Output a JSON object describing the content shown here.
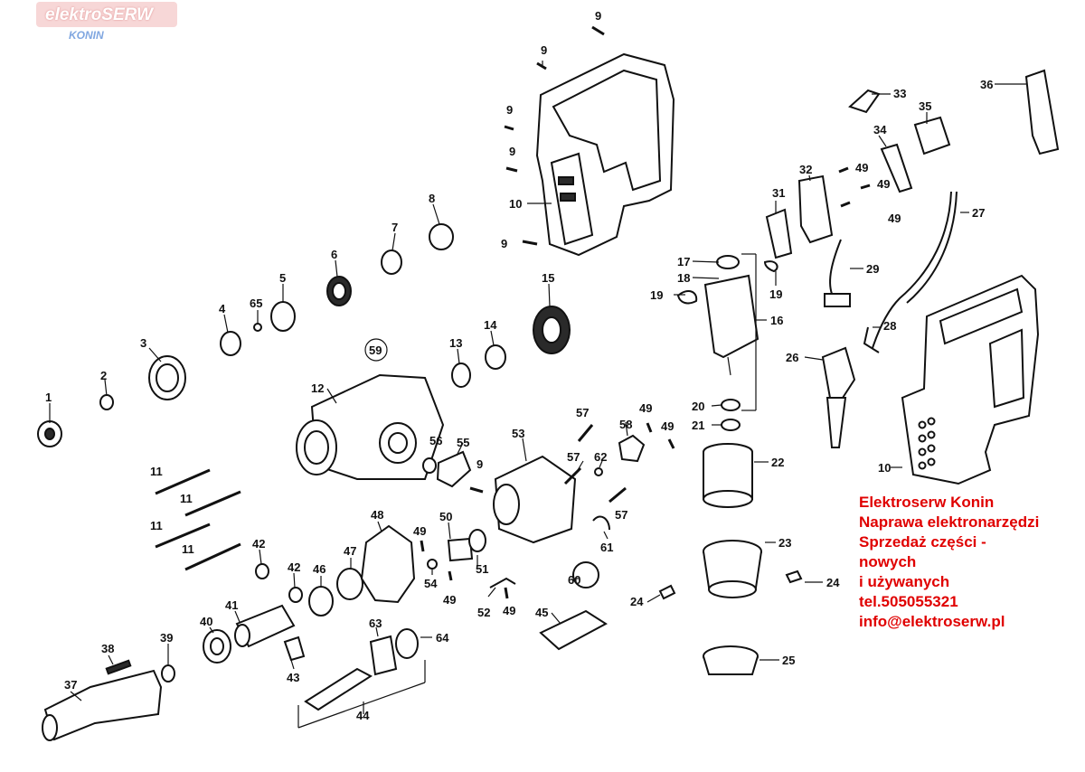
{
  "logo": {
    "main": "elektroSERW",
    "sub": "KONIN"
  },
  "company": {
    "line1": "Elektroserw Konin",
    "line2": "Naprawa elektronarzędzi",
    "line3": "Sprzedaż części -",
    "line4": "nowych",
    "line5": "i używanych",
    "line6": "tel.505055321",
    "line7": "info@elektroserw.pl"
  },
  "labels": {
    "p1": "1",
    "p2": "2",
    "p3": "3",
    "p4": "4",
    "p5": "5",
    "p6": "6",
    "p7": "7",
    "p8": "8",
    "p9a": "9",
    "p9b": "9",
    "p9c": "9",
    "p9d": "9",
    "p9e": "9",
    "p9f": "9",
    "p10a": "10",
    "p10b": "10",
    "p11a": "11",
    "p11b": "11",
    "p11c": "11",
    "p11d": "11",
    "p12": "12",
    "p13": "13",
    "p14": "14",
    "p15": "15",
    "p16": "16",
    "p17": "17",
    "p18": "18",
    "p19a": "19",
    "p19b": "19",
    "p20": "20",
    "p21": "21",
    "p22": "22",
    "p23": "23",
    "p24a": "24",
    "p24b": "24",
    "p25": "25",
    "p26": "26",
    "p27": "27",
    "p28": "28",
    "p29": "29",
    "p31": "31",
    "p32": "32",
    "p33": "33",
    "p34": "34",
    "p35": "35",
    "p36": "36",
    "p37": "37",
    "p38": "38",
    "p39": "39",
    "p40": "40",
    "p41": "41",
    "p42a": "42",
    "p42b": "42",
    "p43": "43",
    "p44": "44",
    "p45": "45",
    "p46": "46",
    "p47": "47",
    "p48": "48",
    "p49a": "49",
    "p49b": "49",
    "p49c": "49",
    "p49d": "49",
    "p49e": "49",
    "p49f": "49",
    "p49g": "49",
    "p49h": "49",
    "p50": "50",
    "p51": "51",
    "p52": "52",
    "p53": "53",
    "p54": "54",
    "p55": "55",
    "p56": "56",
    "p57a": "57",
    "p57b": "57",
    "p57c": "57",
    "p58": "58",
    "p59": "59",
    "p60": "60",
    "p61": "61",
    "p62": "62",
    "p63": "63",
    "p64": "64",
    "p65": "65"
  }
}
